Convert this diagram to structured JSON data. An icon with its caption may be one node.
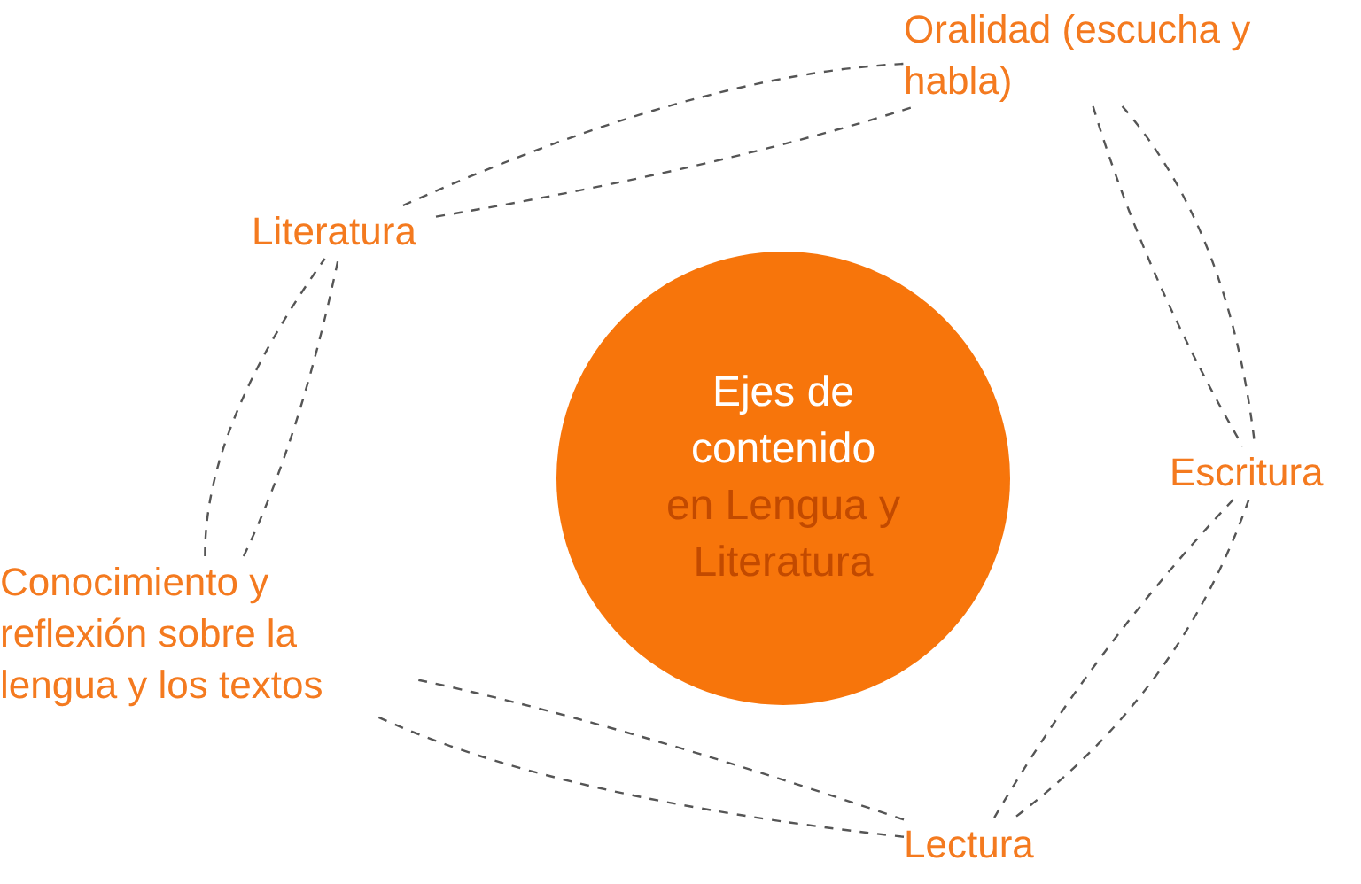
{
  "diagram": {
    "nodes": [
      {
        "text": [
          "Oralidad (escucha y habla)"
        ]
      },
      {
        "text": [
          "Literatura"
        ]
      },
      {
        "text": [
          "Ejes de contenido",
          "en Lengua y Literatura"
        ]
      },
      {
        "text": [
          "Escritura"
        ]
      },
      {
        "text": [
          "Conocimiento y reflexión sobre la lengua y los textos"
        ]
      },
      {
        "text": [
          "Lectura"
        ]
      }
    ],
    "edges": [
      {
        "from": 1,
        "to": 0,
        "arrow": "none",
        "style": "dashed"
      },
      {
        "from": 1,
        "to": 0,
        "arrow": "none",
        "style": "dashed"
      },
      {
        "from": 0,
        "to": 3,
        "arrow": "none",
        "style": "dashed"
      },
      {
        "from": 0,
        "to": 3,
        "arrow": "none",
        "style": "dashed"
      },
      {
        "from": 3,
        "to": 5,
        "arrow": "none",
        "style": "dashed"
      },
      {
        "from": 3,
        "to": 5,
        "arrow": "none",
        "style": "dashed"
      },
      {
        "from": 5,
        "to": 4,
        "arrow": "none",
        "style": "dashed"
      },
      {
        "from": 5,
        "to": 4,
        "arrow": "none",
        "style": "dashed"
      },
      {
        "from": 4,
        "to": 1,
        "arrow": "none",
        "style": "dashed"
      },
      {
        "from": 4,
        "to": 1,
        "arrow": "none",
        "style": "dashed"
      }
    ]
  }
}
